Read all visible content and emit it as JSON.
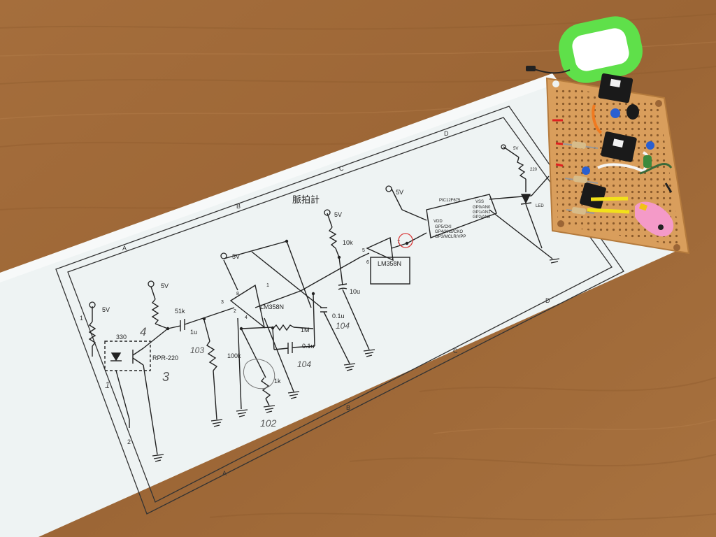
{
  "schematic": {
    "title": "脈拍計",
    "supply_label": "5V",
    "parts": {
      "r_330": "330",
      "sensor": "RPR-220",
      "r_51k": "51k",
      "c_1u": "1u",
      "r_100k": "100k",
      "r_1k": "1k",
      "opamp1": "LM358N",
      "r_1m": "1M",
      "c_01u_a": "0.1u",
      "c_01u_b": "0.1u",
      "r_10k": "10k",
      "c_10u": "10u",
      "opamp2": "LM358N",
      "mcu": "PIC12F675",
      "mcu_pin_vdd": "VDD",
      "mcu_pin_vss": "VSS",
      "mcu_pin_1": "GP5/CKI",
      "mcu_pin_2": "GP4/AN3/CKO",
      "mcu_pin_3": "GP3/MCLR/VPP",
      "mcu_pin_4": "GP0/AN0",
      "mcu_pin_5": "GP1/AN1",
      "mcu_pin_6": "GP2/AN2",
      "r_220": "220",
      "led": "LED"
    },
    "frame": {
      "row_1": "1",
      "row_2": "2",
      "col_a": "A",
      "col_b": "B",
      "col_c": "C",
      "col_d": "D"
    },
    "pins": {
      "p3": "3",
      "p2": "2",
      "p8": "8",
      "p4": "4",
      "p1": "1",
      "p5": "5",
      "p6": "6",
      "p7": "7"
    }
  },
  "handwritten": {
    "n4": "4",
    "n1": "1",
    "n3": "3",
    "n103": "103",
    "n104a": "104",
    "n104b": "104",
    "n_bottom": "102"
  },
  "colors": {
    "table": "#a06a38",
    "paper": "#eef3f3",
    "board": "#d99e5c",
    "keytag": "#5fe04a"
  }
}
